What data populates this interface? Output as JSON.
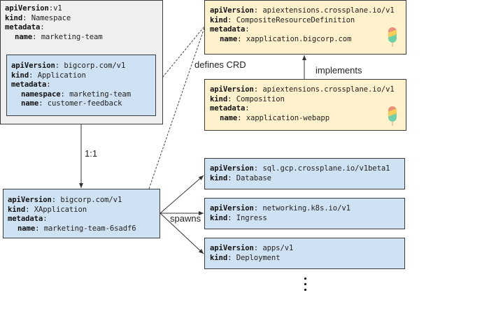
{
  "namespace": {
    "lines": [
      {
        "key": "apiVersion",
        "sep": ":",
        "value": "v1"
      },
      {
        "key": "kind",
        "sep": ": ",
        "value": "Namespace"
      },
      {
        "key": "metadata",
        "sep": ":",
        "value": ""
      },
      {
        "key": "name",
        "sep": ": ",
        "value": "marketing-team",
        "indent": true
      }
    ]
  },
  "application": {
    "lines": [
      {
        "key": "apiVersion",
        "sep": ": ",
        "value": "bigcorp.com/v1"
      },
      {
        "key": "kind",
        "sep": ": ",
        "value": "Application"
      },
      {
        "key": "metadata",
        "sep": ":",
        "value": ""
      },
      {
        "key": "namespace",
        "sep": ": ",
        "value": "marketing-team",
        "indent": true
      },
      {
        "key": "name",
        "sep": ": ",
        "value": "customer-feedback",
        "indent": true
      }
    ]
  },
  "xrd": {
    "lines": [
      {
        "key": "apiVersion",
        "sep": ": ",
        "value": "apiextensions.crossplane.io/v1"
      },
      {
        "key": "kind",
        "sep": ": ",
        "value": "CompositeResourceDefinition"
      },
      {
        "key": "metadata",
        "sep": ":",
        "value": ""
      },
      {
        "key": "name",
        "sep": ": ",
        "value": "xapplication.bigcorp.com",
        "indent": true
      }
    ],
    "icon": "crossplane-popsicle-icon"
  },
  "composition": {
    "lines": [
      {
        "key": "apiVersion",
        "sep": ": ",
        "value": "apiextensions.crossplane.io/v1"
      },
      {
        "key": "kind",
        "sep": ": ",
        "value": "Composition"
      },
      {
        "key": "metadata",
        "sep": ":",
        "value": ""
      },
      {
        "key": "name",
        "sep": ": ",
        "value": "xapplication-webapp",
        "indent": true
      }
    ],
    "icon": "crossplane-popsicle-icon"
  },
  "xapplication": {
    "lines": [
      {
        "key": "apiVersion",
        "sep": ": ",
        "value": "bigcorp.com/v1"
      },
      {
        "key": "kind",
        "sep": ": ",
        "value": "XApplication"
      },
      {
        "key": "metadata",
        "sep": ":",
        "value": ""
      },
      {
        "key": "name",
        "sep": ": ",
        "value": "marketing-team-6sadf6",
        "indent": true
      }
    ]
  },
  "resources": [
    {
      "lines": [
        {
          "key": "apiVersion",
          "sep": ": ",
          "value": "sql.gcp.crossplane.io/v1beta1"
        },
        {
          "key": "kind",
          "sep": ": ",
          "value": "Database"
        }
      ]
    },
    {
      "lines": [
        {
          "key": "apiVersion",
          "sep": ": ",
          "value": "networking.k8s.io/v1"
        },
        {
          "key": "kind",
          "sep": ": ",
          "value": "Ingress"
        }
      ]
    },
    {
      "lines": [
        {
          "key": "apiVersion",
          "sep": ": ",
          "value": "apps/v1"
        },
        {
          "key": "kind",
          "sep": ": ",
          "value": "Deployment"
        }
      ]
    }
  ],
  "labels": {
    "defines_crd": "defines CRD",
    "implements": "implements",
    "one_to_one": "1:1",
    "spawns": "spawns"
  },
  "more_indicator": "vertical-ellipsis",
  "colors": {
    "namespace_fill": "#efefef",
    "k8s_fill": "#cfe2f3",
    "crossplane_fill": "#fff2cc",
    "border": "#3a3a3a"
  }
}
